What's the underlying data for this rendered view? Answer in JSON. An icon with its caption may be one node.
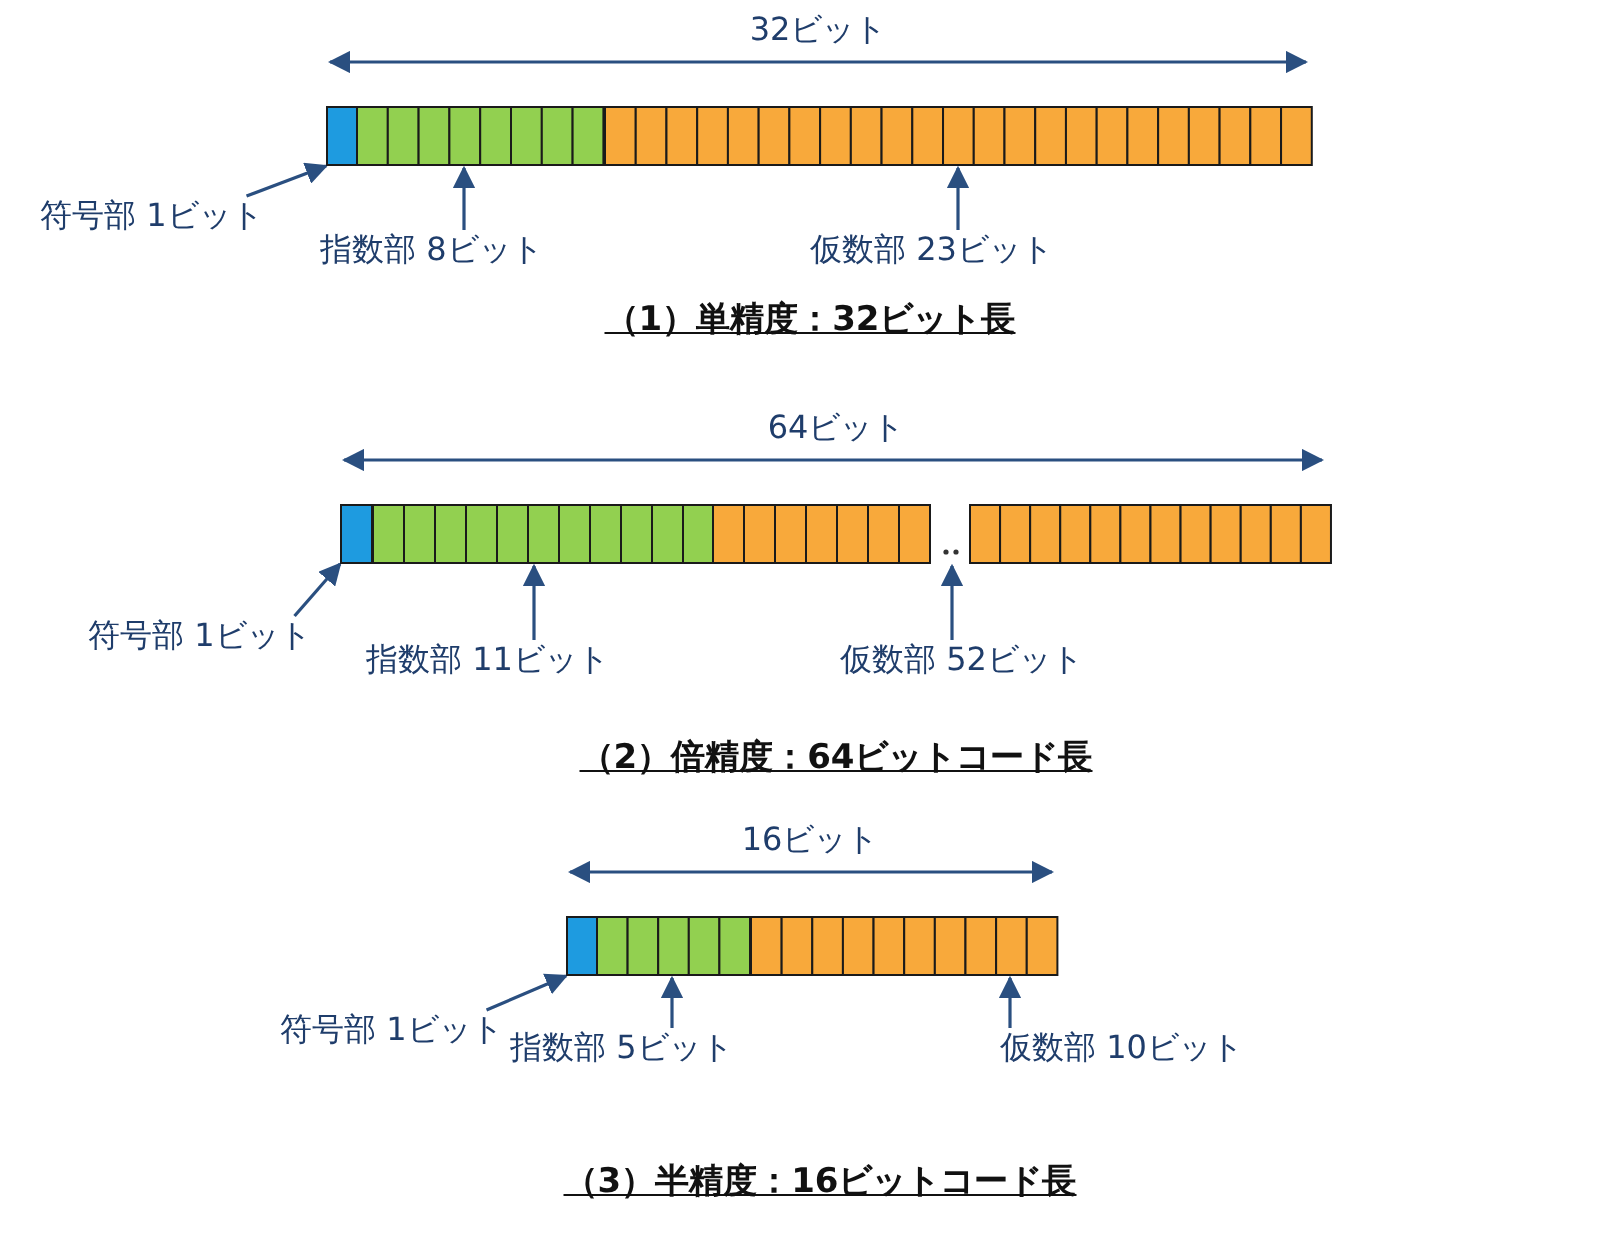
{
  "diagram": {
    "nodes": [
      {
        "text": [],
        "shape": "box"
      },
      {
        "text": [],
        "shape": "box"
      },
      {
        "text": [],
        "shape": "box"
      },
      {
        "text": [
          "符号部 1ビット"
        ]
      },
      {
        "text": [
          "指数部 8ビット"
        ]
      },
      {
        "text": [
          "仮数部 23ビット"
        ]
      },
      {
        "text": [],
        "shape": "box"
      },
      {
        "text": [],
        "shape": "box"
      },
      {
        "text": [],
        "shape": "box"
      },
      {
        "text": [
          "符号部 1ビット"
        ]
      },
      {
        "text": [
          "指数部 11ビット"
        ]
      },
      {
        "text": [
          "仮数部 52ビット"
        ]
      },
      {
        "text": [],
        "shape": "box"
      },
      {
        "text": [],
        "shape": "box"
      },
      {
        "text": [],
        "shape": "box"
      },
      {
        "text": [
          "符号部 1ビット"
        ]
      },
      {
        "text": [
          "指数部 5ビット"
        ]
      },
      {
        "text": [
          "仮数部 10ビット"
        ]
      }
    ],
    "edges": [
      {
        "from": 3,
        "to": 0,
        "arrow": "to"
      },
      {
        "from": 4,
        "to": 1,
        "arrow": "to"
      },
      {
        "from": 5,
        "to": 2,
        "arrow": "to"
      },
      {
        "from": 9,
        "to": 6,
        "arrow": "to"
      },
      {
        "from": 10,
        "to": 7,
        "arrow": "to"
      },
      {
        "from": 11,
        "to": 8,
        "arrow": "to"
      },
      {
        "from": 15,
        "to": 12,
        "arrow": "to"
      },
      {
        "from": 16,
        "to": 13,
        "arrow": "to"
      },
      {
        "from": 17,
        "to": 14,
        "arrow": "to"
      }
    ],
    "labels": [
      "32ビット",
      "（1）単精度：32ビット長",
      "64ビット",
      "（2）倍精度：64ビットコード長",
      "16ビット",
      "（3）半精度：16ビットコード長"
    ]
  }
}
